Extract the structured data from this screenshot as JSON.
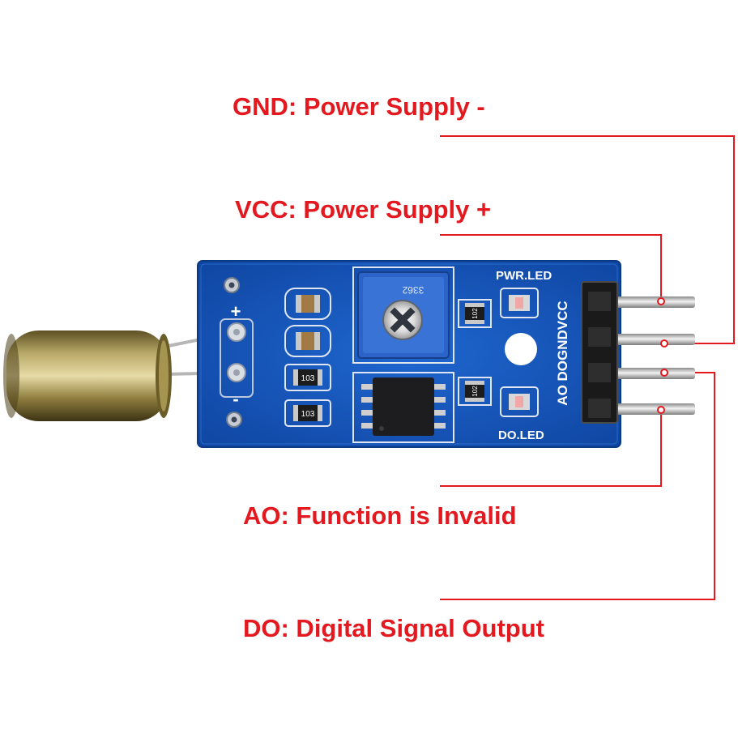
{
  "labels": {
    "gnd": "GND: Power Supply -",
    "vcc": "VCC: Power Supply +",
    "ao": "AO: Function is Invalid",
    "do": "DO: Digital Signal Output"
  },
  "board": {
    "pwr_led": "PWR.LED",
    "do_led": "DO.LED",
    "pin_header": "AO DOGNDVCC",
    "plus": "+",
    "minus": "-",
    "resistor_code_1": "103",
    "resistor_code_2": "103",
    "resistor_code_3": "102",
    "resistor_code_4": "102",
    "pot_code": "3362"
  },
  "colors": {
    "label_red": "#e3191f",
    "pcb_blue": "#1554b8",
    "pin_silver": "#c9c9c9",
    "brass": "#9a8a4a"
  }
}
